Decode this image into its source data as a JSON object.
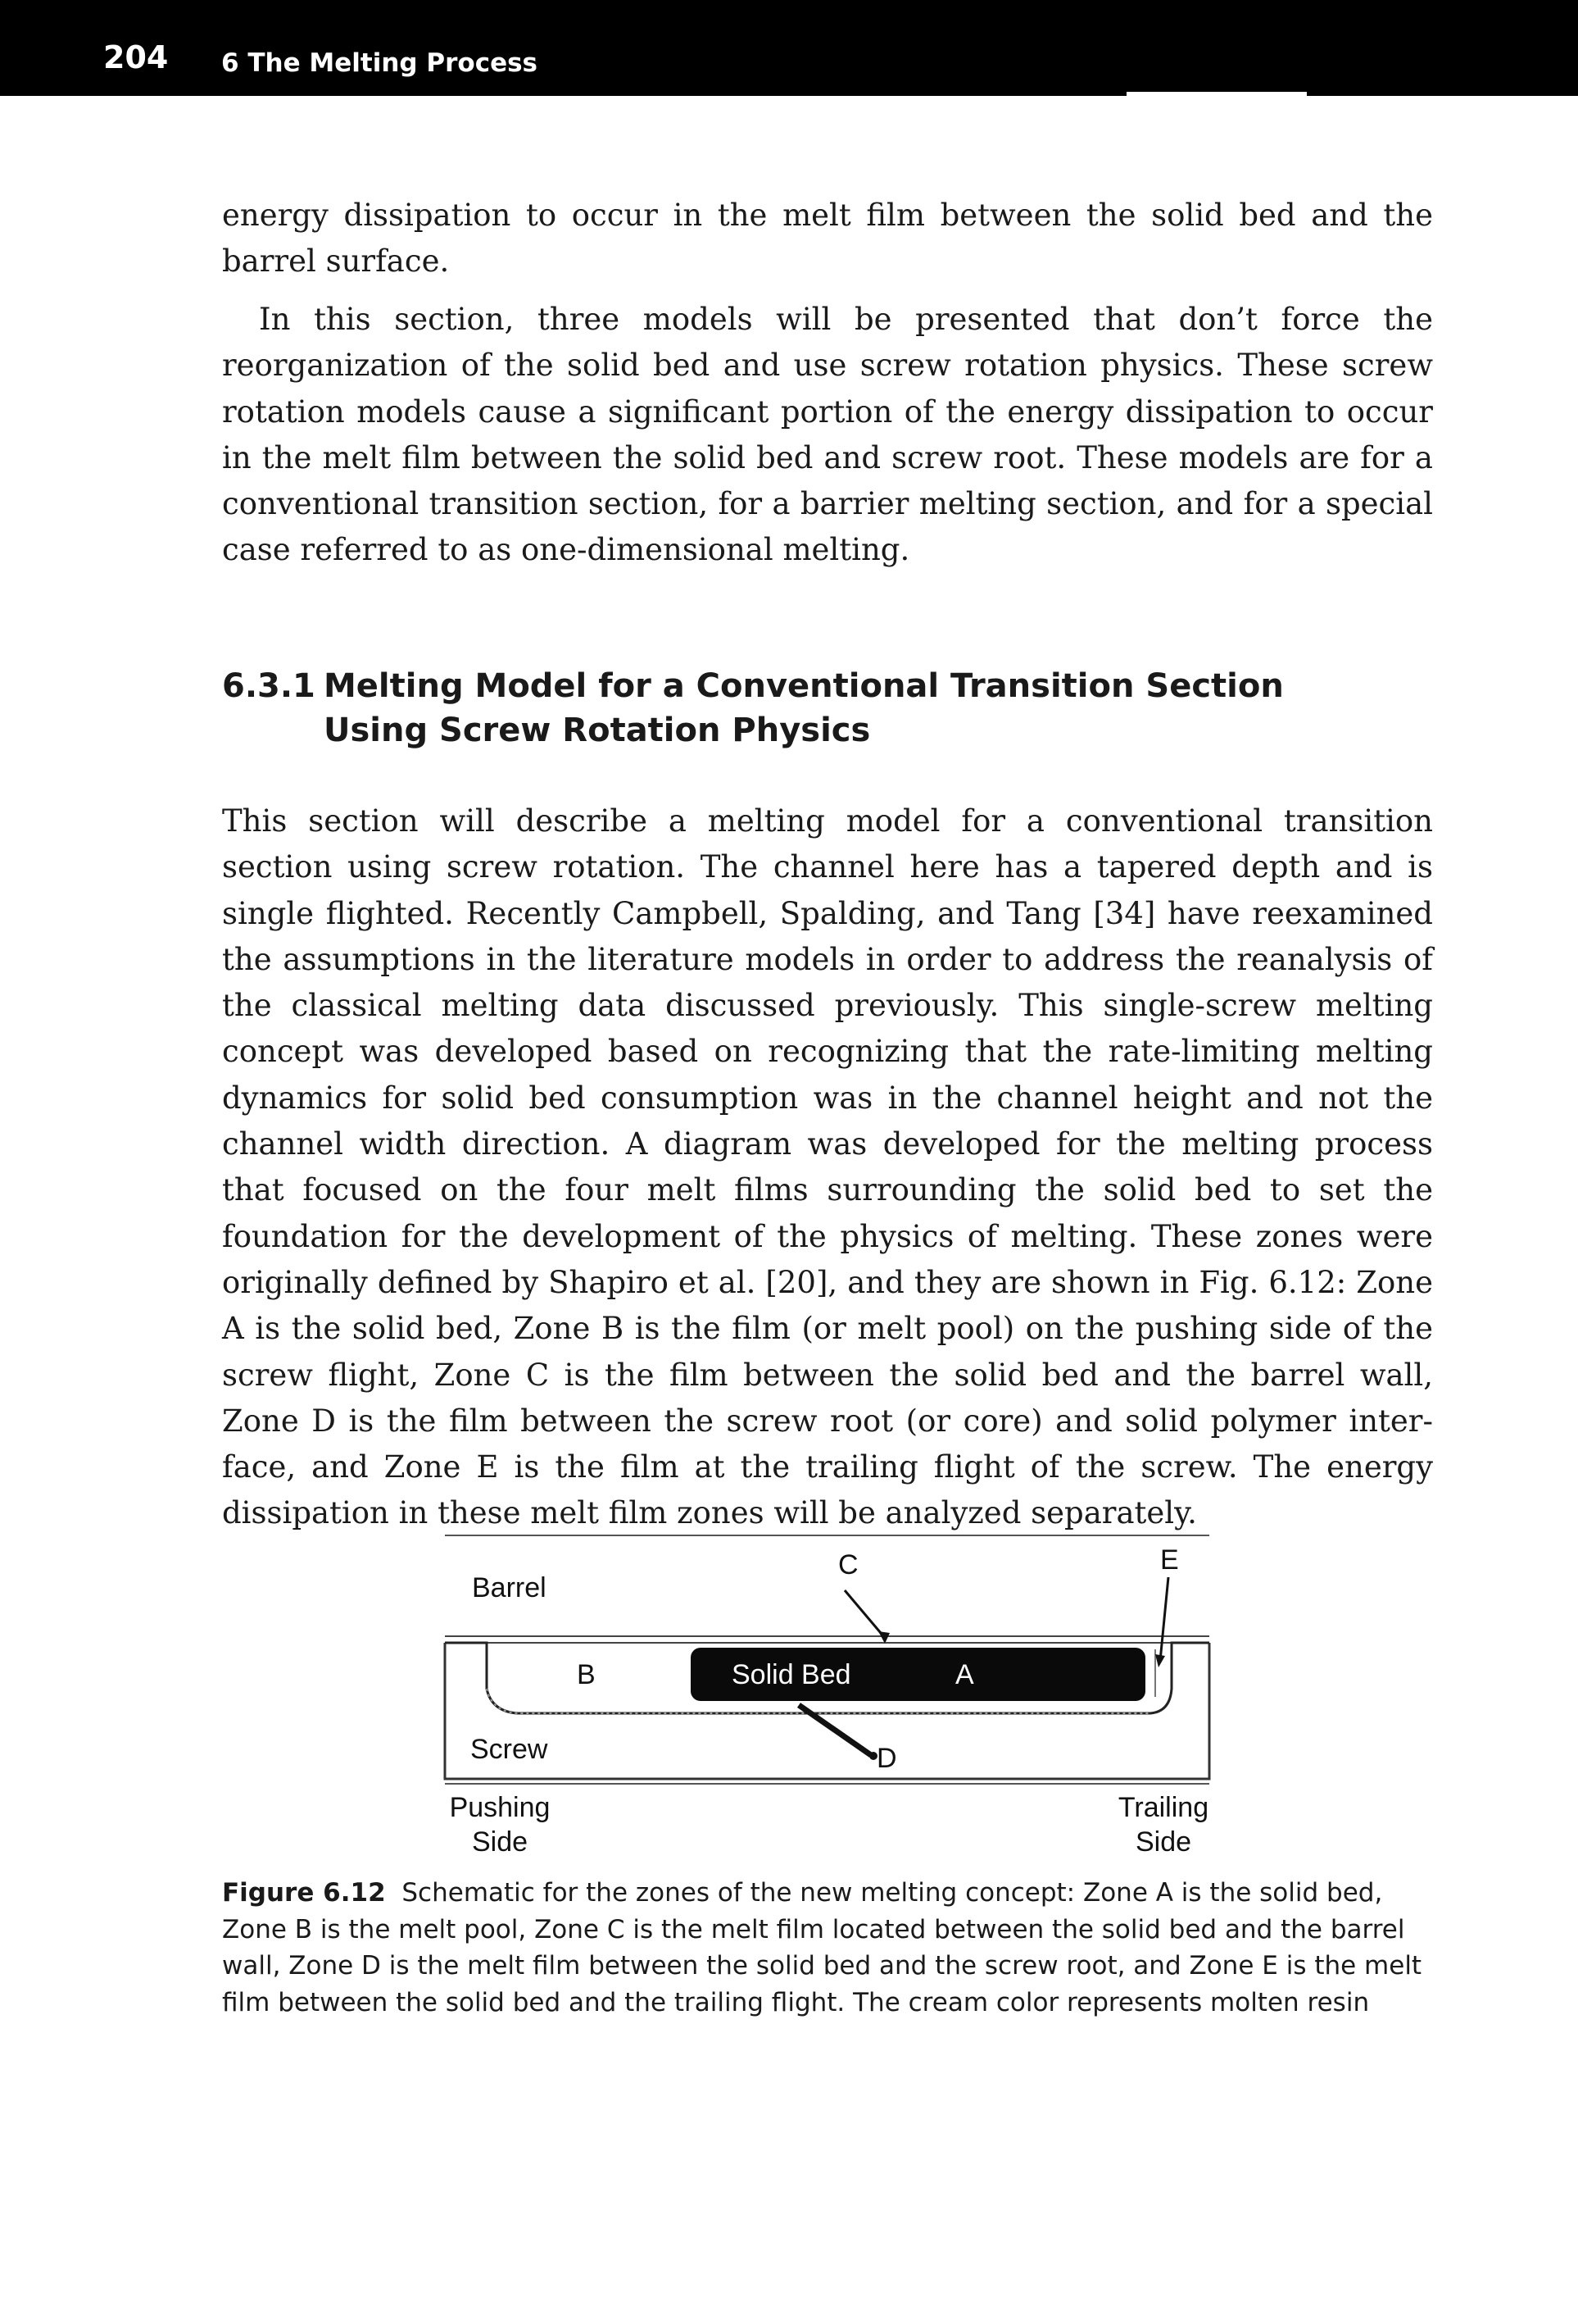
{
  "header": {
    "page_number": "204",
    "chapter": "6 The Melting Process"
  },
  "paragraphs": [
    "energy dissipation to occur in the melt film between the solid bed and the barrel surface.",
    "In this section, three models will be presented that don’t force the reorganiza­tion of the solid bed and use screw rotation physics. These screw rotation models cause a significant portion of the energy dissipation to occur in the melt film between the solid bed and screw root. These models are for a conventional transi­tion section, for a barrier melting section, and for a special case referred to as one-dimensional melting.",
    "This section will describe a melting model for a conventional transition section using screw rotation. The channel here has a tapered depth and is single flighted. Recently Campbell, Spalding, and Tang [34] have reexamined the assumptions in the literature models in order to address the reanalysis of the classical melting data discussed previously. This single-screw melting concept was developed based on recognizing that the rate-limiting melting dynamics for solid bed consumption was in the channel height and not the channel width direction. A diagram was developed for the melting process that focused on the four melt films surrounding the solid bed to set the foundation for the development of the physics of melting. These zones were originally defined by Shapiro et al. [20], and they are shown in Fig. 6.12: Zone A is the solid bed, Zone B is the film (or melt pool) on the pushing side of the screw flight, Zone C is the film between the solid bed and the barrel wall, Zone D is the film between the screw root (or core) and solid polymer inter­face, and Zone E is the film at the trailing flight of the screw. The energy dissipa­tion in these melt film zones will be analyzed separately."
  ],
  "section": {
    "number": "6.3.1",
    "title_line1": "Melting Model for a Conventional Transition Section",
    "title_line2": "Using Screw Rotation Physics"
  },
  "figure": {
    "barrel_label": "Barrel",
    "screw_label": "Screw",
    "zone_b": "B",
    "solid_bed_label": "Solid Bed",
    "zone_a": "A",
    "zone_c": "C",
    "zone_d": "D",
    "zone_e": "E",
    "pushing_side_line1": "Pushing",
    "pushing_side_line2": "Side",
    "trailing_side_line1": "Trailing",
    "trailing_side_line2": "Side",
    "caption_label": "Figure 6.12",
    "caption_text": "Schematic for the zones of the new melting concept: Zone A is the solid bed, Zone B is the melt pool, Zone C is the melt film located between the solid bed and the barrel wall, Zone D is the melt film between the solid bed and the screw root, and Zone E is the melt film between the solid bed and the trailing flight. The cream color represents molten resin"
  }
}
